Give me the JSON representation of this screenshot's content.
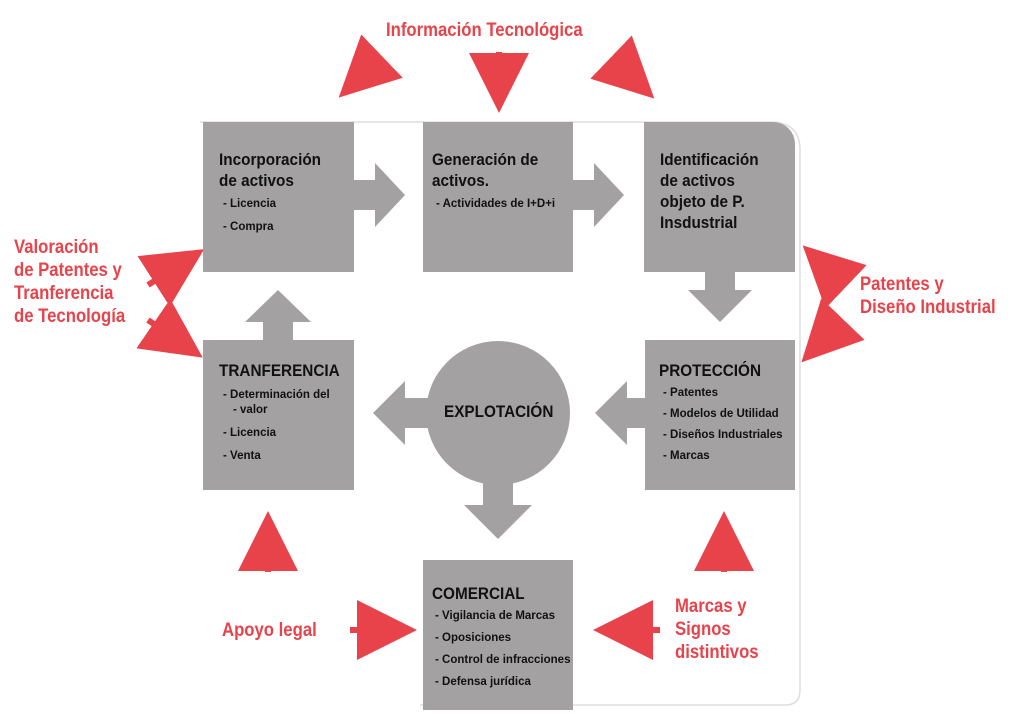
{
  "header": {
    "top_label": "Información Tecnológica"
  },
  "boxes": {
    "incorporacion": {
      "title_l1": "Incorporación",
      "title_l2": "de activos",
      "items": [
        "Licencia",
        "Compra"
      ]
    },
    "generacion": {
      "title_l1": "Generación de",
      "title_l2": "activos.",
      "items": [
        "Actividades de I+D+i"
      ]
    },
    "identificacion": {
      "title_l1": "Identificación",
      "title_l2": "de activos",
      "title_l3": "objeto de P.",
      "title_l4": "Insdustrial"
    },
    "proteccion": {
      "title": "PROTECCIÓN",
      "items": [
        "Patentes",
        "Modelos de Utilidad",
        "Diseños Industriales",
        "Marcas"
      ]
    },
    "transferencia": {
      "title": "TRANFERENCIA",
      "items": [
        "Determinación del",
        "valor",
        "Licencia",
        "Venta"
      ]
    },
    "comercial": {
      "title": "COMERCIAL",
      "items": [
        "Vigilancia de Marcas",
        "Oposiciones",
        "Control de infracciones",
        "Defensa jurídica"
      ]
    },
    "explotacion": {
      "label": "EXPLOTACIÓN"
    }
  },
  "external": {
    "valoracion": {
      "l1": "Valoración",
      "l2": "de Patentes y",
      "l3": "Tranferencia",
      "l4": "de Tecnología"
    },
    "patentes": {
      "l1": "Patentes y",
      "l2": "Diseño Industrial"
    },
    "apoyo": {
      "l1": "Apoyo legal"
    },
    "marcas": {
      "l1": "Marcas y",
      "l2": "Signos",
      "l3": "distintivos"
    }
  },
  "colors": {
    "box_gray": "#a3a1a2",
    "arrow_gray": "#a3a1a2",
    "accent_red": "#e8434b",
    "text_dark": "#111111"
  }
}
